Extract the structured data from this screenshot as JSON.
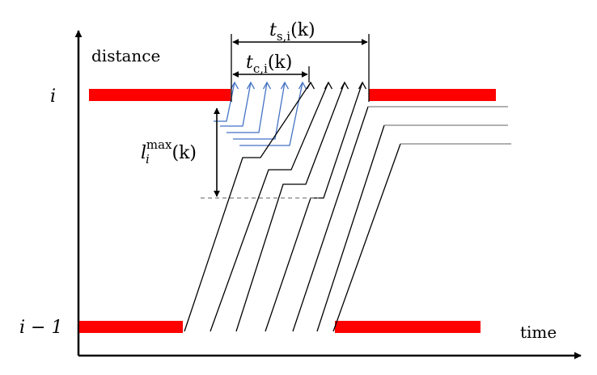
{
  "axes": {
    "y_label": "distance",
    "x_label": "time"
  },
  "signals": {
    "upper_node_label": "i",
    "lower_node_label": "i − 1",
    "red_phase_color": "#ff0000"
  },
  "annotations": {
    "switch_time": {
      "symbol": "t",
      "subscript": "s,i",
      "argument": "(k)"
    },
    "clear_time": {
      "symbol": "t",
      "subscript": "c,i",
      "argument": "(k)"
    },
    "max_queue_length": {
      "symbol": "l",
      "subscript": "i",
      "superscript": "max",
      "argument": "(k)"
    }
  },
  "colors": {
    "queued_vehicles": "#4472c4",
    "discharging_vehicles": "#000000",
    "passed_vehicles": "#808080",
    "red_light": "#ff0000",
    "guide_line": "#808080"
  }
}
